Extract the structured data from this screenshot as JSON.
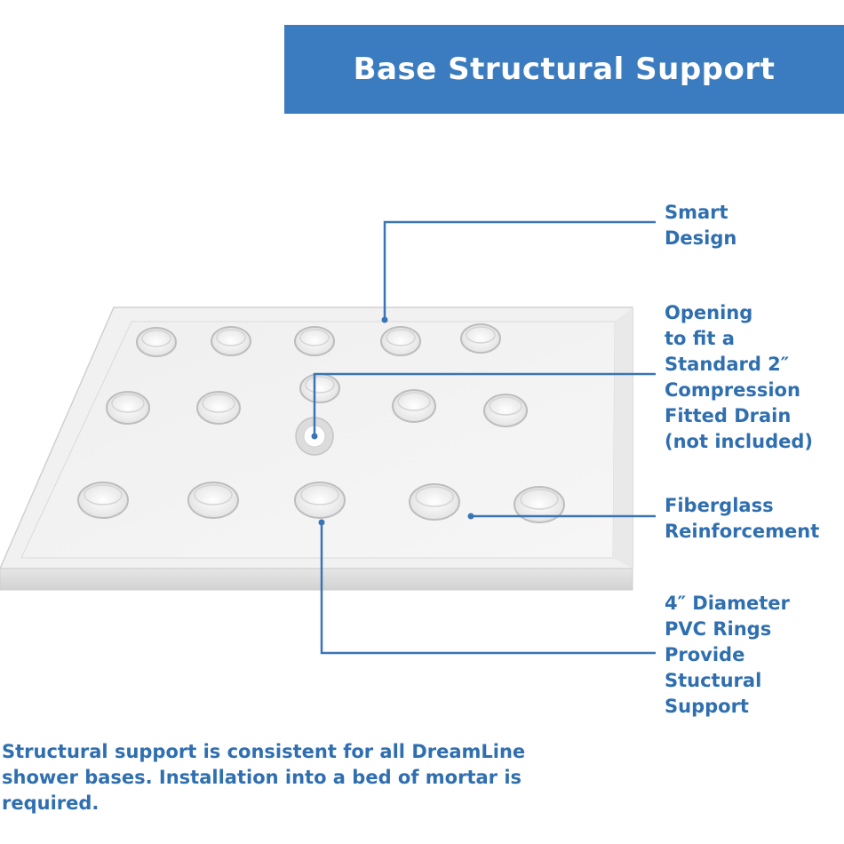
{
  "banner": {
    "title": "Base Structural Support"
  },
  "callouts": {
    "smart_design": "Smart\nDesign",
    "drain_opening": "Opening\nto fit a\nStandard 2″\nCompression\nFitted Drain\n(not included)",
    "fiberglass": "Fiberglass\nReinforcement",
    "pvc_rings": "4″ Diameter\nPVC Rings\nProvide\nStuctural\nSupport"
  },
  "footer": {
    "note": "Structural support is consistent for all DreamLine shower bases. Installation into a bed of mortar is required."
  },
  "colors": {
    "accent": "#3b7bbf",
    "callout_text": "#2f6fb0",
    "leader_line": "#3a74b4"
  }
}
